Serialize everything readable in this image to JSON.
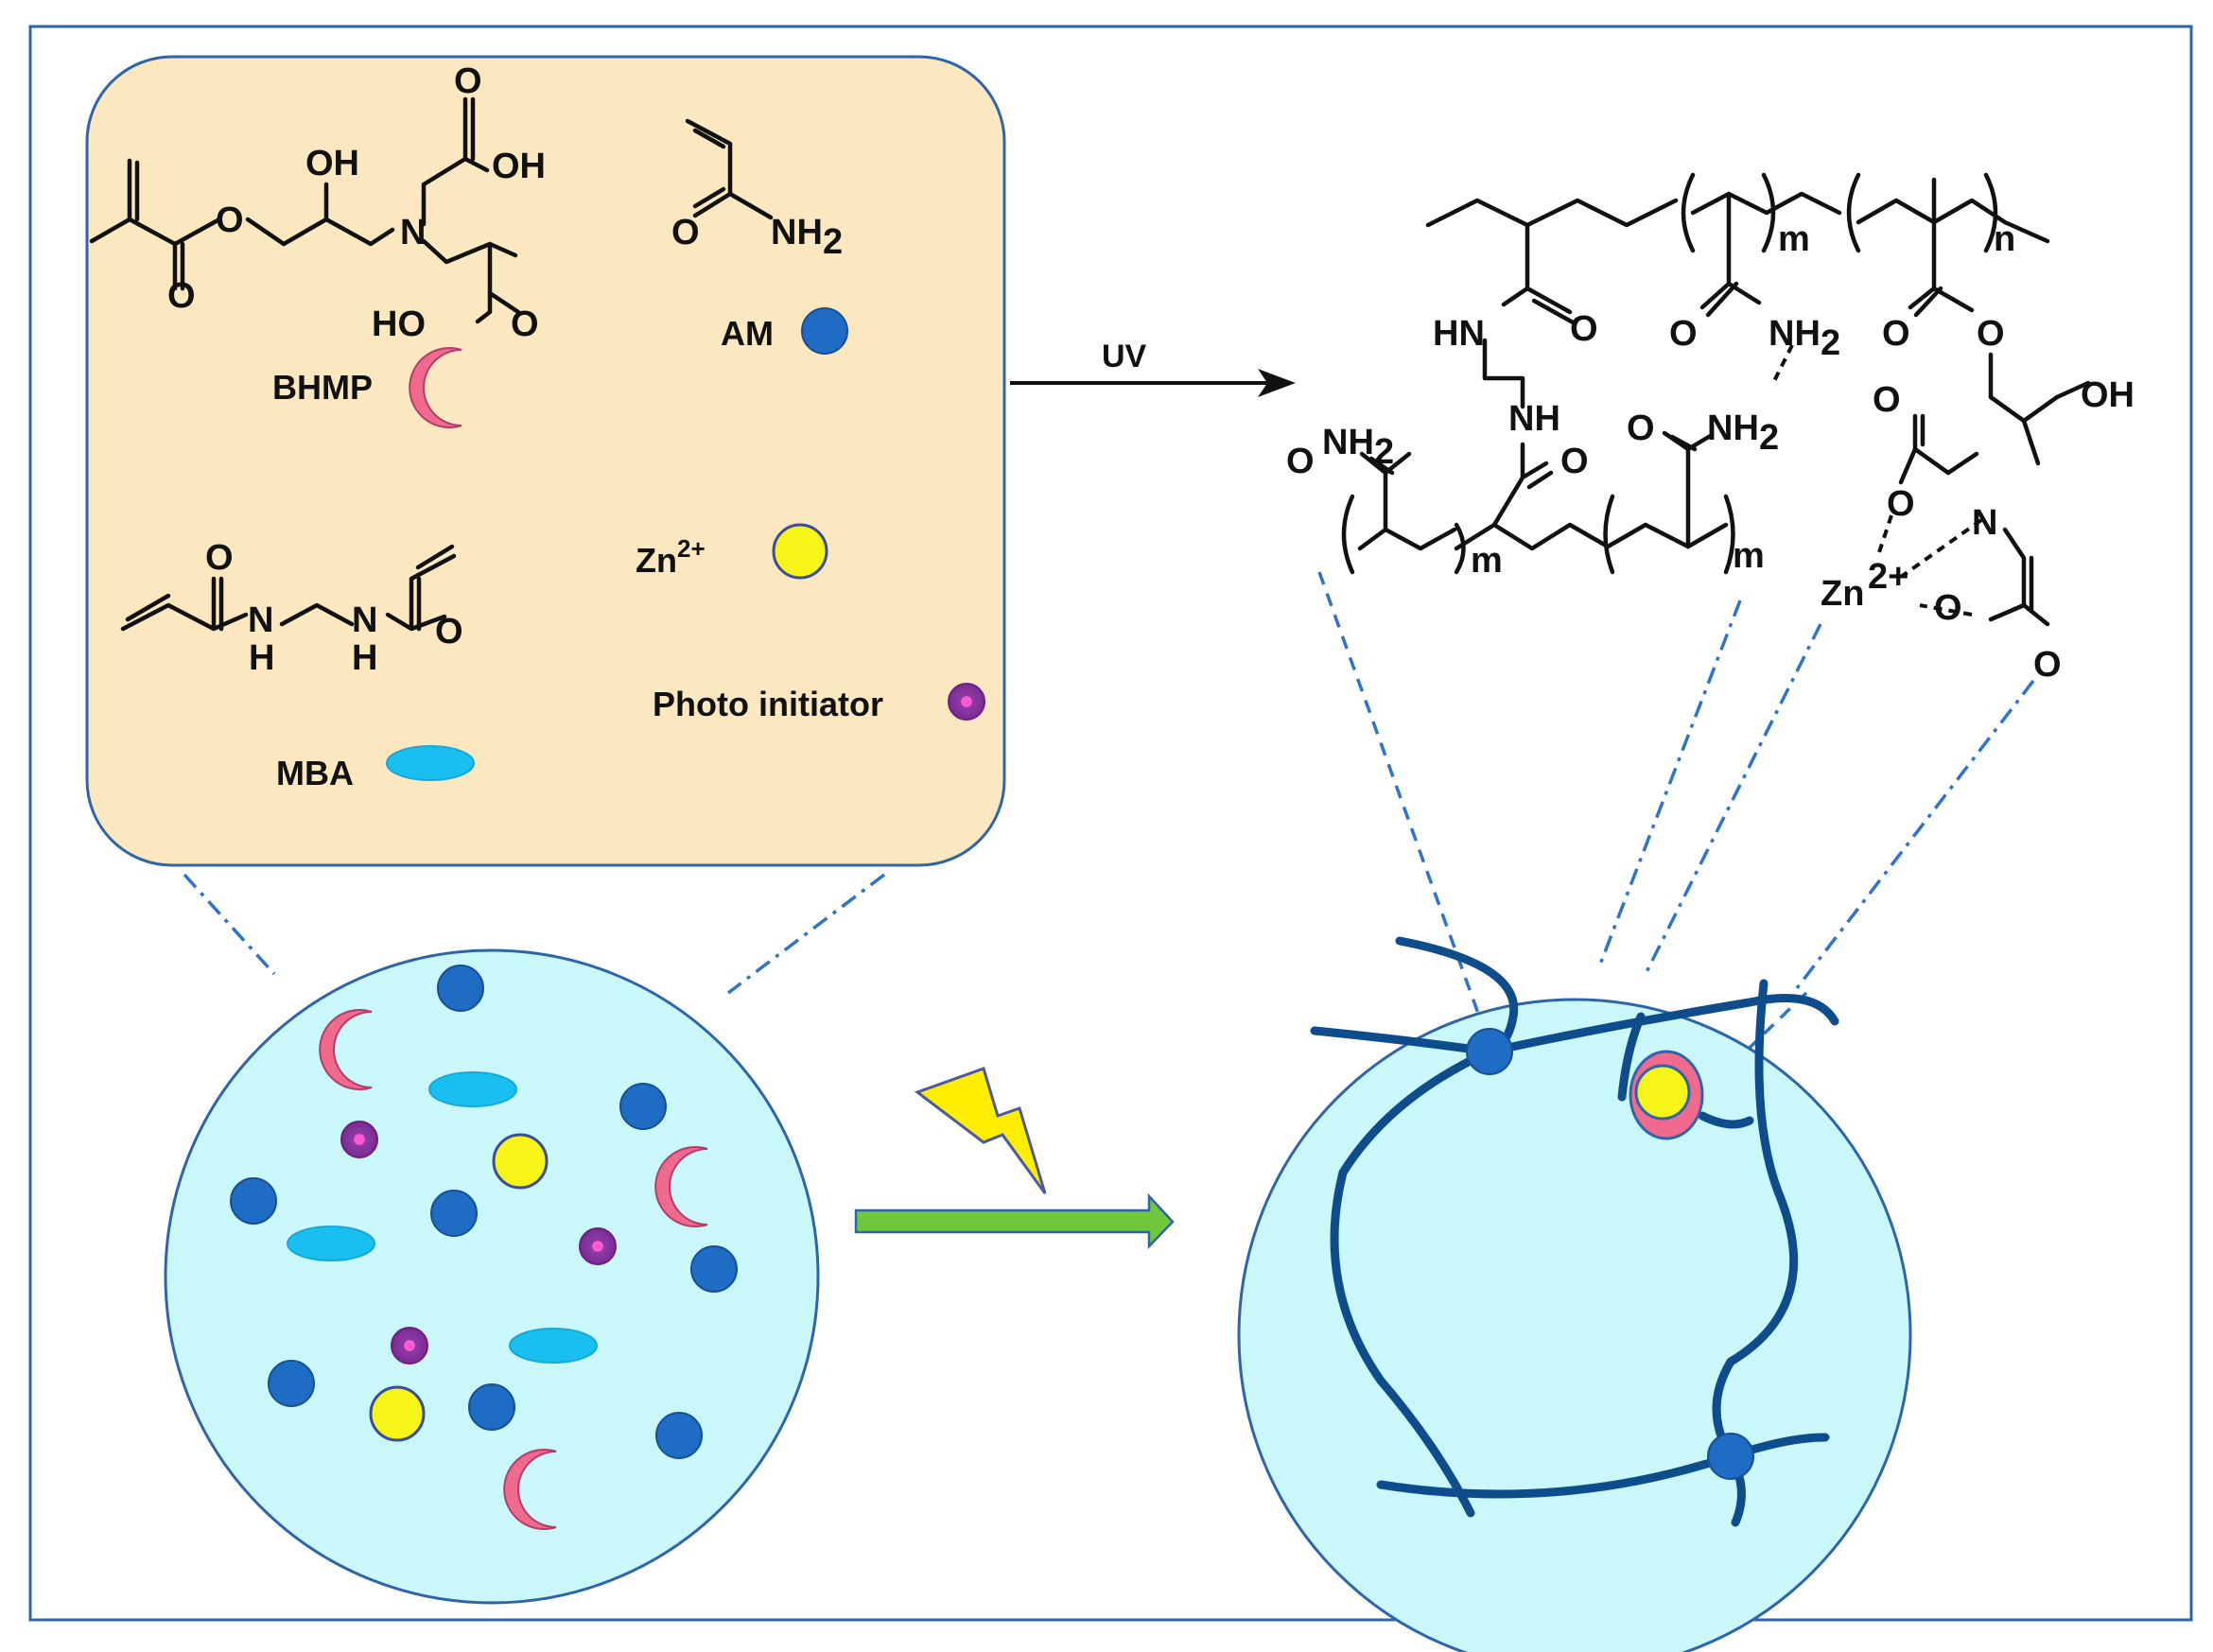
{
  "labels": {
    "bhmp": "BHMP",
    "am": "AM",
    "mba": "MBA",
    "zn_base": "Zn",
    "zn_charge": "2+",
    "photo_initiator": "Photo initiator",
    "uv": "UV"
  },
  "colors": {
    "frame": "#2e65a8",
    "panel_fill": "#fbe7c0",
    "sphere_fill": "#c9f7fa",
    "am_blue": "#1f6cc4",
    "bhmp_pink": "#f06a8e",
    "mba_cyan": "#19bff0",
    "zn_yellow": "#f7f417",
    "initiator_purple": "#8e3aa6",
    "network_navy": "#0f4c8c",
    "arrow_green": "#6fc83c",
    "bolt_yellow": "#ffee00"
  },
  "icons": {
    "am": "filled-circle",
    "bhmp": "crescent",
    "mba": "ellipse",
    "zn": "yellow-circle",
    "initiator": "dotted-circle",
    "light": "lightning-bolt-icon",
    "reaction": "right-arrow-icon"
  }
}
